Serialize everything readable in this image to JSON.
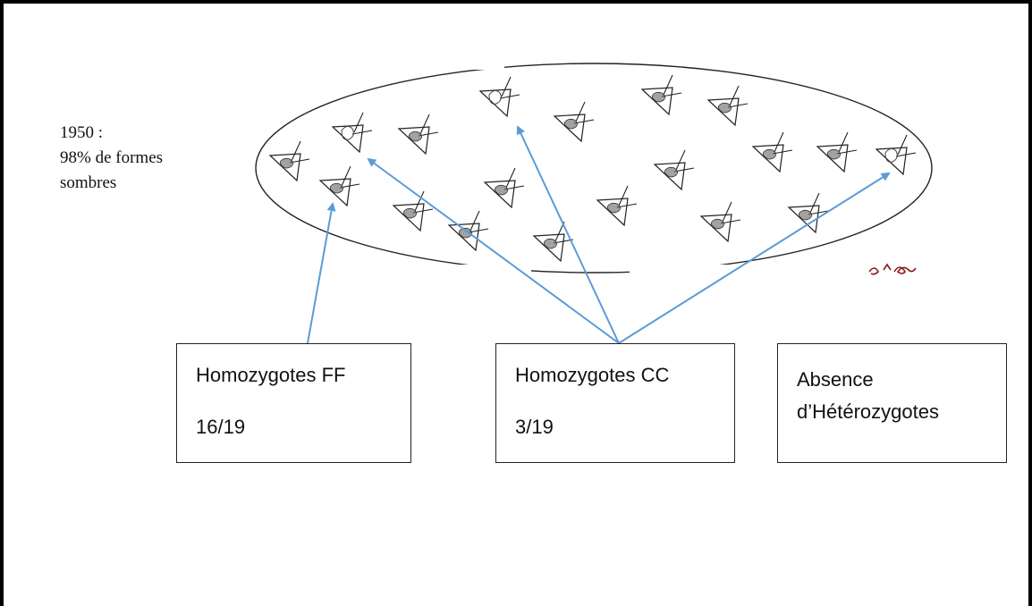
{
  "caption": {
    "year": "1950 :",
    "line2": "98% de formes",
    "line3": "sombres"
  },
  "boxes": {
    "ff": {
      "title": "Homozygotes FF",
      "ratio": "16/19"
    },
    "cc": {
      "title": "Homozygotes CC",
      "ratio": "3/19"
    },
    "het": {
      "line1": "Absence",
      "line2": "d’Hétérozygotes"
    }
  },
  "colors": {
    "arrow": "#5b9bd5",
    "outline": "#222222",
    "moth_wing": "#555555",
    "signature": "#8b1a1a"
  },
  "moths": {
    "dark_count": 16,
    "light_count": 3,
    "total": 19
  }
}
